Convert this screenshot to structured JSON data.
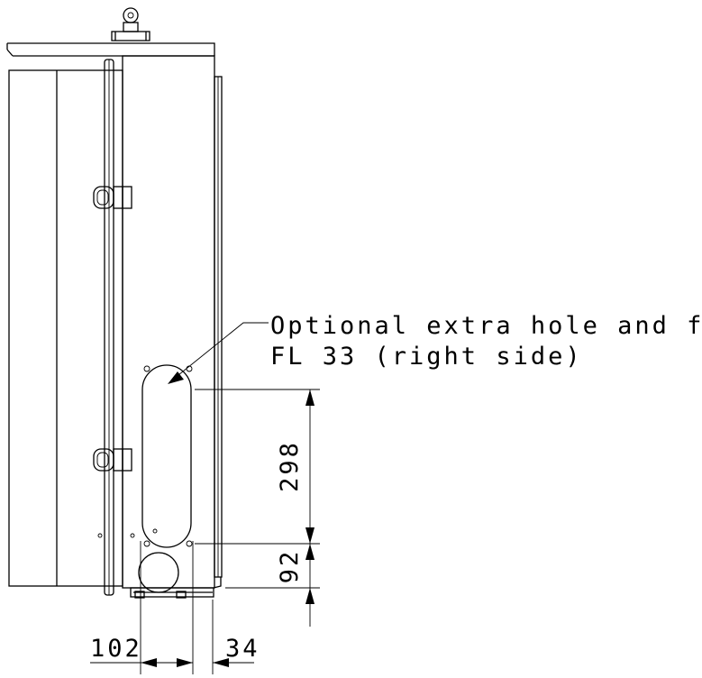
{
  "callout": {
    "line1": "Optional extra hole and flange",
    "line2": "FL 33 (right side)"
  },
  "dimensions": {
    "hole_height": "298",
    "lower_offset": "92",
    "left_offset": "102",
    "right_offset": "34"
  }
}
